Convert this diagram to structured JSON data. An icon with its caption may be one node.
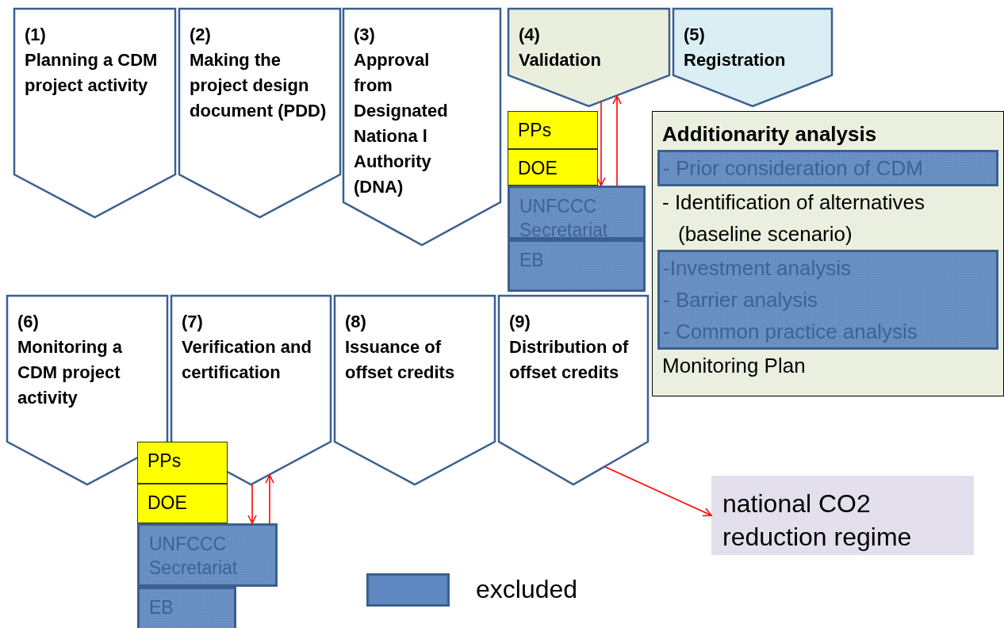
{
  "diagram": {
    "nodes": [
      {
        "text": [
          "(1)",
          "Planning a CDM project activity"
        ]
      },
      {
        "text": [
          "(2)",
          "Making the project design document (PDD)"
        ]
      },
      {
        "text": [
          "(3)",
          "Approval from Designated Nationa l Authority (DNA)"
        ]
      },
      {
        "text": [
          "(4)",
          "Validation"
        ]
      },
      {
        "text": [
          "(5)",
          "Registration"
        ]
      },
      {
        "text": [
          "PPs"
        ]
      },
      {
        "text": [
          "DOE"
        ]
      },
      {
        "text": [
          "UNFCCC Secretariat"
        ]
      },
      {
        "text": [
          "EB"
        ]
      },
      {
        "text": [
          "Additionarity analysis",
          "- Identification of alternatives (baseline scenario)",
          "Monitoring Plan"
        ]
      },
      {
        "text": [
          "- Prior consideration of CDM"
        ],
        "in": 9
      },
      {
        "text": [
          "-Investment analysis",
          "- Barrier analysis",
          "- Common practice analysis"
        ],
        "in": 9
      },
      {
        "text": [
          "(6)",
          "Monitoring a CDM project activity"
        ]
      },
      {
        "text": [
          "(7)",
          "Verification and certification"
        ]
      },
      {
        "text": [
          "(8)",
          "Issuance of offset credits"
        ]
      },
      {
        "text": [
          "(9)",
          "Distribution of offset credits"
        ]
      },
      {
        "text": [
          "PPs"
        ]
      },
      {
        "text": [
          "DOE"
        ]
      },
      {
        "text": [
          "UNFCCC Secretariat"
        ]
      },
      {
        "text": [
          "EB"
        ]
      },
      {
        "text": [
          "national CO2 reduction regime"
        ]
      }
    ],
    "edges": [
      {
        "from": 3,
        "to": 7,
        "arrow": "to",
        "color": "#ff0000"
      },
      {
        "from": 7,
        "to": 3,
        "arrow": "to",
        "color": "#ff0000"
      },
      {
        "from": 13,
        "to": 18,
        "arrow": "to",
        "color": "#ff0000"
      },
      {
        "from": 18,
        "to": 13,
        "arrow": "to",
        "color": "#ff0000"
      },
      {
        "from": 15,
        "to": 20,
        "arrow": "to",
        "color": "#ff0000"
      }
    ],
    "legend": [
      {
        "text": "excluded",
        "color": "#5f88c0"
      }
    ]
  }
}
